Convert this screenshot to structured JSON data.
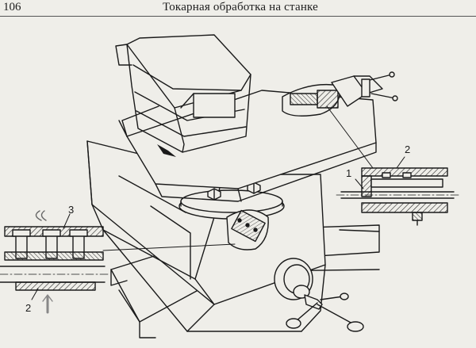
{
  "header": {
    "page_number": "106",
    "running_title": "Токарная обработка на станке"
  },
  "figure": {
    "callouts": {
      "detail_right_top": "2",
      "detail_right_left": "1",
      "detail_left_top": "3",
      "detail_left_bottom": "2"
    }
  }
}
